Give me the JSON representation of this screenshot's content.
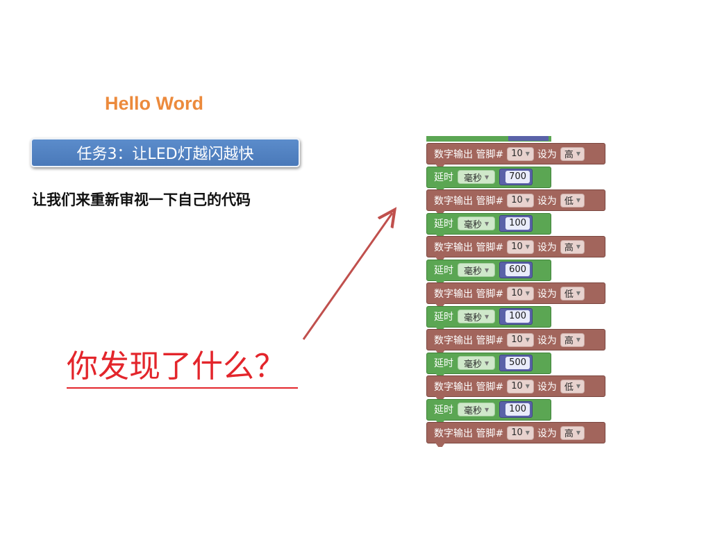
{
  "slide": {
    "hello_title": "Hello Word",
    "task_banner": "任务3：让LED灯越闪越快",
    "review_text": "让我们来重新审视一下自己的代码",
    "question_text": "你发现了什么？"
  },
  "colors": {
    "hello_title": "#ec8a3c",
    "banner_bg": "#4f7fbd",
    "question": "#e3252b",
    "arrow": "#c0504d",
    "output_block": "#a2655c",
    "delay_block": "#5ba653",
    "number_socket": "#5a62a8"
  },
  "code_blocks": {
    "output_label": "数字输出 管脚#",
    "set_label": "设为",
    "delay_label": "延时",
    "unit_label": "毫秒",
    "dropdown_arrow": "▼",
    "rows": [
      {
        "type": "output",
        "pin": "10",
        "state": "高"
      },
      {
        "type": "delay",
        "value": "700"
      },
      {
        "type": "output",
        "pin": "10",
        "state": "低"
      },
      {
        "type": "delay",
        "value": "100"
      },
      {
        "type": "output",
        "pin": "10",
        "state": "高"
      },
      {
        "type": "delay",
        "value": "600"
      },
      {
        "type": "output",
        "pin": "10",
        "state": "低"
      },
      {
        "type": "delay",
        "value": "100"
      },
      {
        "type": "output",
        "pin": "10",
        "state": "高"
      },
      {
        "type": "delay",
        "value": "500"
      },
      {
        "type": "output",
        "pin": "10",
        "state": "低"
      },
      {
        "type": "delay",
        "value": "100"
      },
      {
        "type": "output",
        "pin": "10",
        "state": "高"
      }
    ]
  }
}
